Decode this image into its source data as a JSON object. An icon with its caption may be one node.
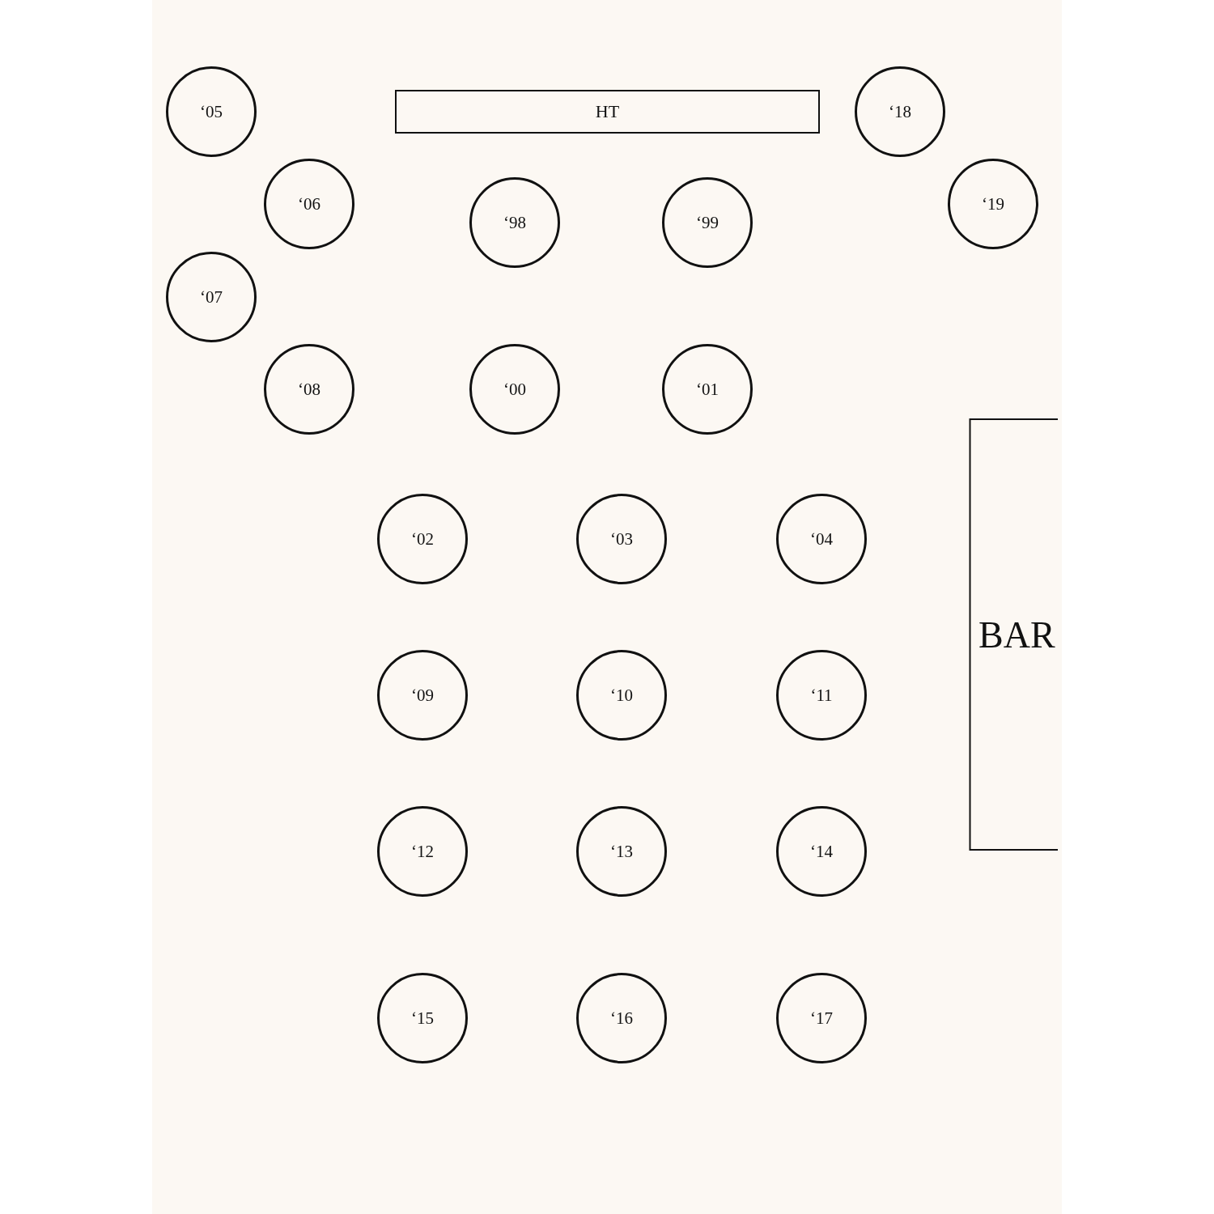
{
  "diagram": {
    "nodes": [
      {
        "text": [
          "‘05"
        ]
      },
      {
        "text": [
          "HT"
        ]
      },
      {
        "text": [
          "‘18"
        ]
      },
      {
        "text": [
          "‘06"
        ]
      },
      {
        "text": [
          "‘19"
        ]
      },
      {
        "text": [
          "‘98"
        ]
      },
      {
        "text": [
          "‘99"
        ]
      },
      {
        "text": [
          "‘07"
        ]
      },
      {
        "text": [
          "‘08"
        ]
      },
      {
        "text": [
          "‘00"
        ]
      },
      {
        "text": [
          "‘01"
        ]
      },
      {
        "text": [
          "BAR"
        ]
      },
      {
        "text": [
          "‘02"
        ]
      },
      {
        "text": [
          "‘03"
        ]
      },
      {
        "text": [
          "‘04"
        ]
      },
      {
        "text": [
          "‘09"
        ]
      },
      {
        "text": [
          "‘10"
        ]
      },
      {
        "text": [
          "‘11"
        ]
      },
      {
        "text": [
          "‘12"
        ]
      },
      {
        "text": [
          "‘13"
        ]
      },
      {
        "text": [
          "‘14"
        ]
      },
      {
        "text": [
          "‘15"
        ]
      },
      {
        "text": [
          "‘16"
        ]
      },
      {
        "text": [
          "‘17"
        ]
      }
    ]
  }
}
